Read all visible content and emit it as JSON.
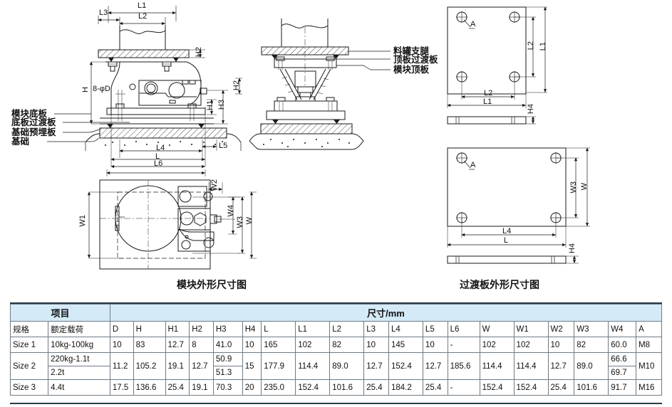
{
  "drawings": {
    "module_front": {
      "dim_labels": [
        "L1",
        "L2",
        "L3",
        "H",
        "H1",
        "H2",
        "H3",
        "L4",
        "L5",
        "L6",
        "L"
      ],
      "hole_note": "8-φD",
      "callouts": [
        "模块底板",
        "底板过渡板",
        "基础预埋板",
        "基础"
      ]
    },
    "module_side": {
      "callouts": [
        "料罐支腿",
        "顶板过渡板",
        "模块顶板"
      ],
      "dim_labels": [
        "H2"
      ]
    },
    "module_plan": {
      "dim_labels": [
        "W",
        "W1",
        "W2",
        "W3",
        "W4"
      ],
      "caption": "模块外形尺寸图"
    },
    "plate_top": {
      "dim_labels": [
        "L1",
        "L2",
        "H4"
      ],
      "hole_note": "A"
    },
    "plate_bottom": {
      "dim_labels": [
        "L",
        "L4",
        "W",
        "W3",
        "H4"
      ],
      "hole_note": "A",
      "caption": "过渡板外形尺寸图"
    }
  },
  "table": {
    "group_headers": {
      "item": "项目",
      "dimensions": "尺寸/mm"
    },
    "columns": [
      "规格",
      "额定载荷",
      "D",
      "H",
      "H1",
      "H2",
      "H3",
      "H4",
      "L",
      "L1",
      "L2",
      "L3",
      "L4",
      "L5",
      "L6",
      "W",
      "W1",
      "W2",
      "W3",
      "W4",
      "A"
    ],
    "rows": [
      {
        "size": "Size 1",
        "load": [
          "10kg-100kg"
        ],
        "D": "10",
        "H": "83",
        "H1": "12.7",
        "H2": "8",
        "H3": [
          "41.0"
        ],
        "H4": "10",
        "L": "165",
        "L1": "102",
        "L2": "82",
        "L3": "10",
        "L4": "145",
        "L5": "10",
        "L6": "-",
        "W": "102",
        "W1": "102",
        "W2": "10",
        "W3": "82",
        "W4": [
          "60.0"
        ],
        "A": "M8"
      },
      {
        "size": "Size 2",
        "load": [
          "220kg-1.1t",
          "2.2t"
        ],
        "D": "11.2",
        "H": "105.2",
        "H1": "19.1",
        "H2": "12.7",
        "H3": [
          "50.9",
          "51.3"
        ],
        "H4": "15",
        "L": "177.9",
        "L1": "114.4",
        "L2": "89.0",
        "L3": "12.7",
        "L4": "152.4",
        "L5": "12.7",
        "L6": "185.6",
        "W": "114.4",
        "W1": "114.4",
        "W2": "12.7",
        "W3": "89.0",
        "W4": [
          "66.6",
          "69.7"
        ],
        "A": "M10"
      },
      {
        "size": "Size 3",
        "load": [
          "4.4t"
        ],
        "D": "17.5",
        "H": "136.6",
        "H1": "25.4",
        "H2": "19.1",
        "H3": [
          "70.3"
        ],
        "H4": "20",
        "L": "235.0",
        "L1": "152.4",
        "L2": "101.6",
        "L3": "25.4",
        "L4": "184.2",
        "L5": "25.4",
        "L6": "-",
        "W": "152.4",
        "W1": "152.4",
        "W2": "25.4",
        "W3": "101.6",
        "W4": [
          "91.7"
        ],
        "A": "M16"
      }
    ]
  },
  "colors": {
    "header_blue": "#d4eaf7",
    "border": "#6f7b85",
    "line": "#1a1a1a"
  }
}
